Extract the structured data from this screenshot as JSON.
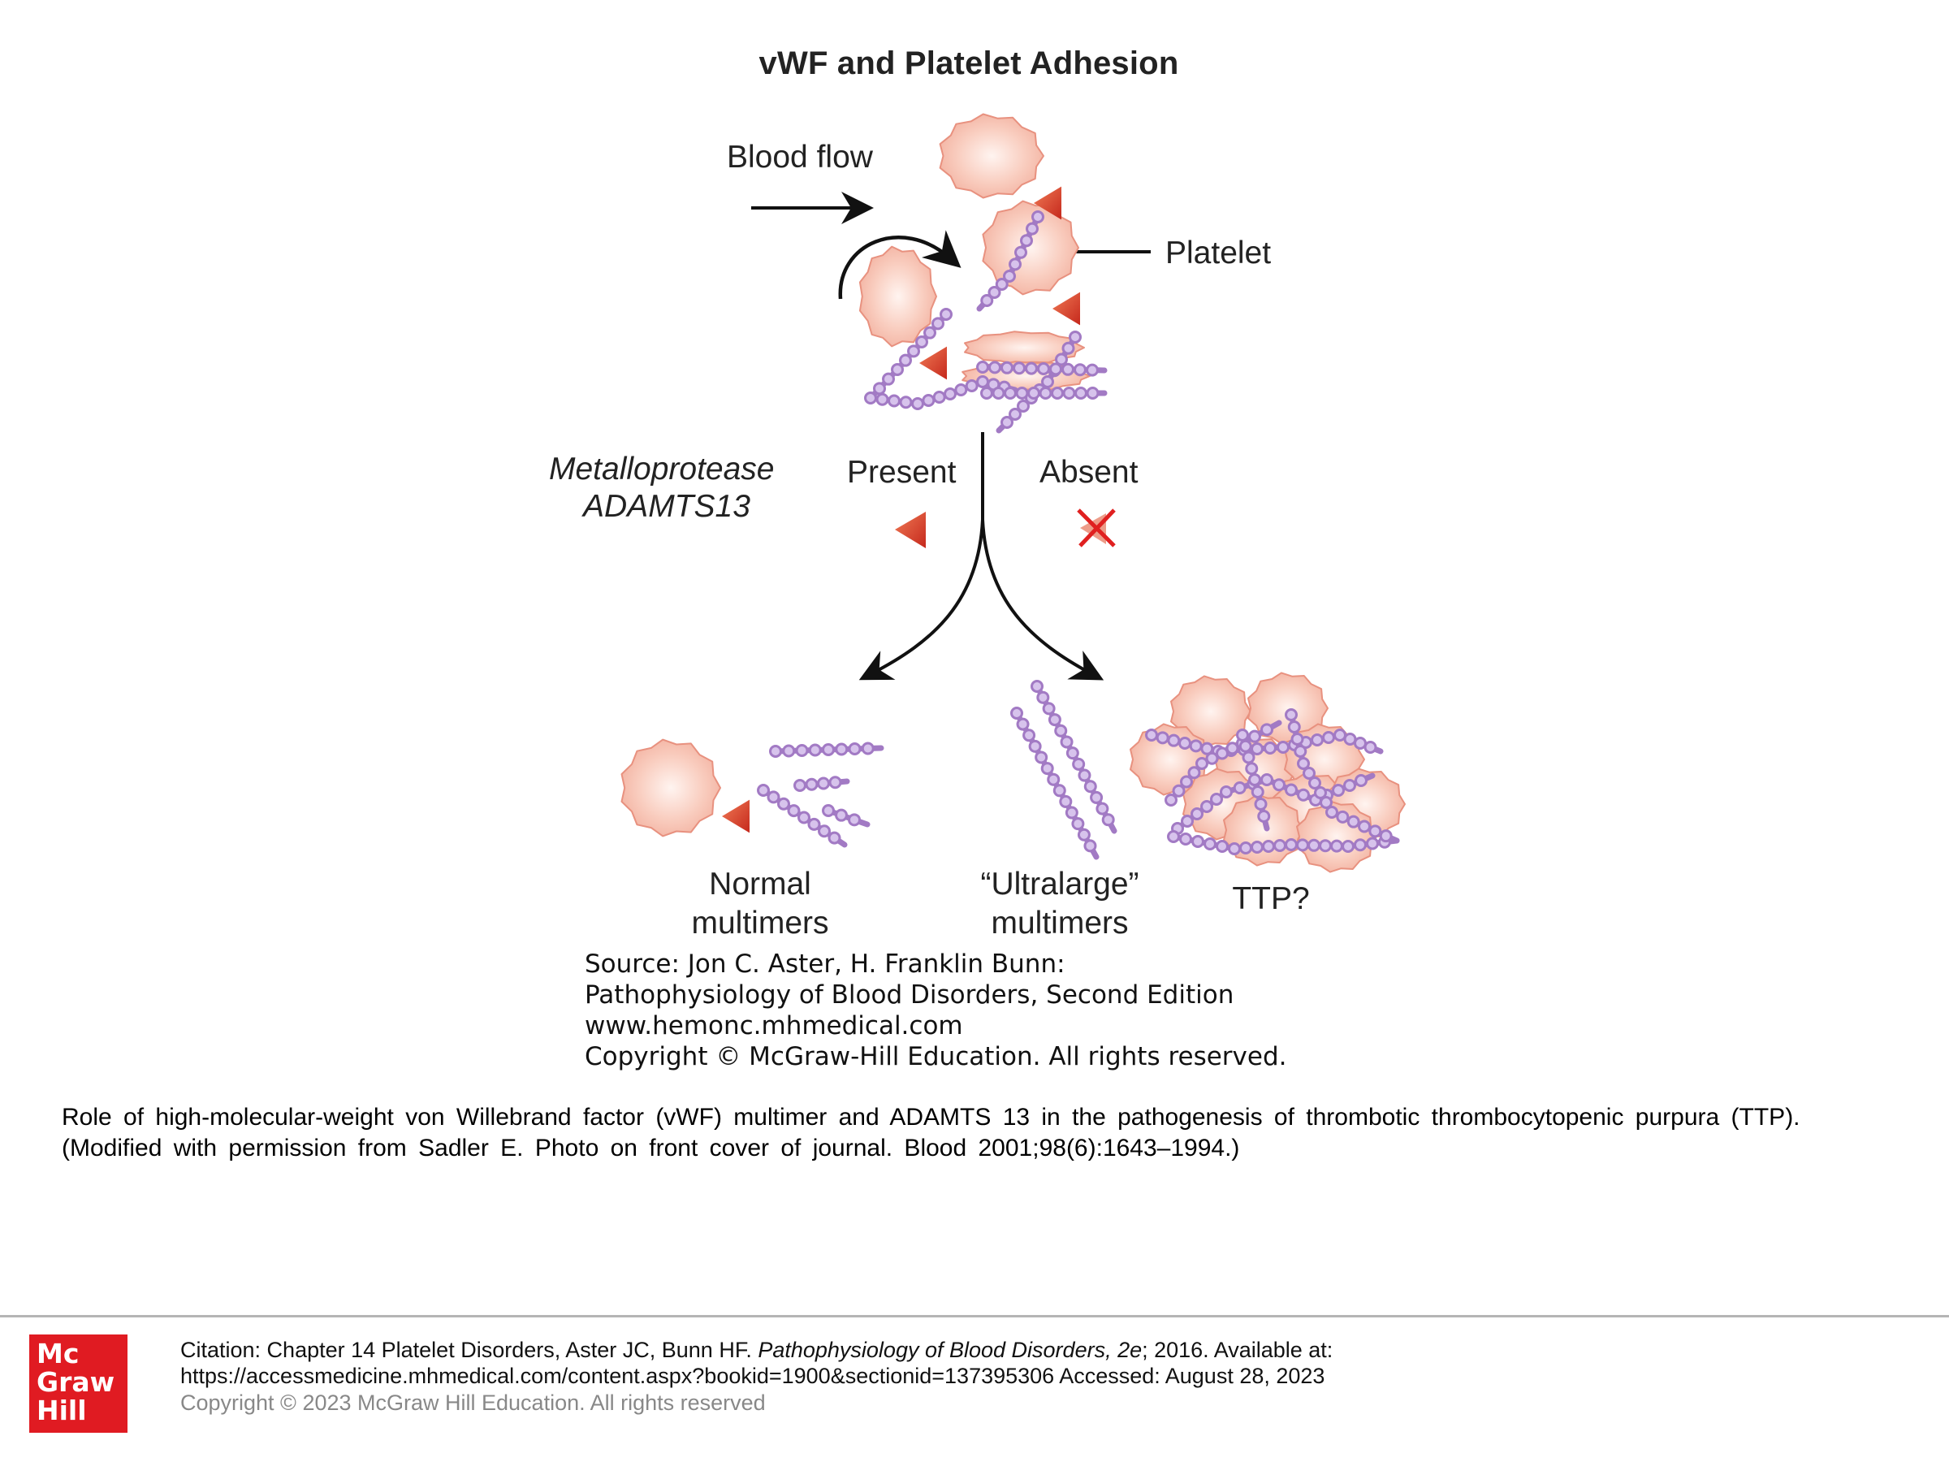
{
  "figure": {
    "title": "vWF and Platelet Adhesion",
    "labels": {
      "blood_flow": "Blood flow",
      "platelet": "Platelet",
      "enzyme_line1": "Metalloprotease",
      "enzyme_line2": "ADAMTS13",
      "present": "Present",
      "absent": "Absent",
      "normal_line1": "Normal",
      "normal_line2": "multimers",
      "ultralarge_line1": "“Ultralarge”",
      "ultralarge_line2": "multimers",
      "ttp": "TTP?"
    },
    "icons": {
      "platelet": "platelet-icon",
      "vwf_multimer": "vwf-multimer-icon",
      "adamts13": "adamts13-triangle-icon",
      "absent": "crossed-out-triangle-icon"
    },
    "colors": {
      "platelet_fill": "#f7c2b3",
      "platelet_stroke": "#e8917f",
      "multimer": "#a27ac4",
      "multimer_bead": "#d7c3ec",
      "enzyme": "#d9382a",
      "arrow": "#111111"
    },
    "source": {
      "line1": "Source: Jon C. Aster, H. Franklin Bunn:",
      "line2": "Pathophysiology of Blood Disorders, Second Edition",
      "line3": "www.hemonc.mhmedical.com",
      "line4": "Copyright © McGraw-Hill Education. All rights reserved."
    }
  },
  "caption": {
    "line1": "Role of high-molecular-weight von Willebrand factor (vWF) multimer and ADAMTS 13 in the pathogenesis of thrombotic thrombocytopenic purpura (TTP).",
    "line2": "(Modified with permission from Sadler E. Photo on front cover of journal. Blood 2001;98(6):1643–1994.)"
  },
  "footer": {
    "logo": {
      "line1": "Mc",
      "line2": "Graw",
      "line3": "Hill",
      "color": "#e01b22"
    },
    "citation_prefix": "Citation: Chapter 14 Platelet Disorders, Aster JC, Bunn HF. ",
    "citation_book": "Pathophysiology of Blood Disorders, 2e",
    "citation_suffix": "; 2016. Available at:",
    "citation_url_line": "https://accessmedicine.mhmedical.com/content.aspx?bookid=1900&sectionid=137395306 Accessed: August 28, 2023",
    "copyright": "Copyright © 2023 McGraw Hill Education. All rights reserved"
  }
}
